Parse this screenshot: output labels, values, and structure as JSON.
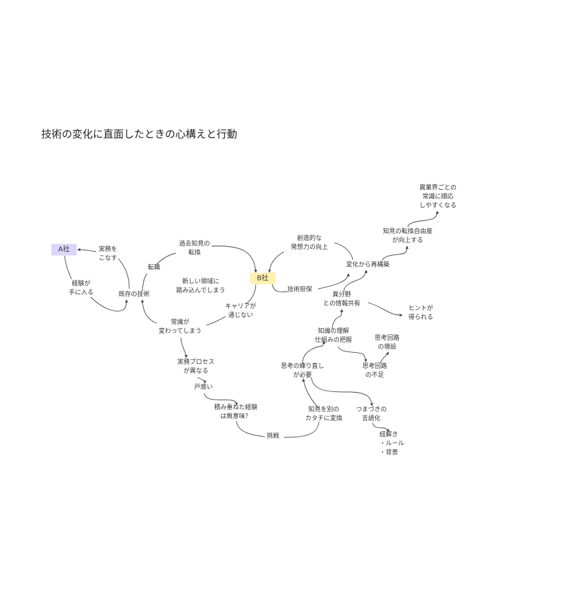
{
  "title": "技術の変化に直面したときの心構えと行動",
  "colors": {
    "company_a": "#ddd6fb",
    "company_b": "#fdf0b0"
  },
  "nodes": {
    "company_a": "A社",
    "company_b": "B社",
    "do_work": "実務を\nこなす",
    "gain_experience": "経験が\n手に入る",
    "existing_tech": "既存の技術",
    "job_change": "転職",
    "past_knowledge": "過去知見の\n転換",
    "new_domain": "新しい領域に\n踏み込んでしまう",
    "career_fail": "キャリアが\n通じない",
    "common_sense_changes": "常識が\n変わってしまう",
    "process_differs": "実務プロセス\nが異なる",
    "confusion": "戸惑い",
    "experience_meaningless": "積み重ねた経験\nは無意味？",
    "challenge": "挑戦",
    "convert_knowledge": "知見を別の\nカタチに変換",
    "rethink": "思考の練り直し\nが必要",
    "understand": "知識の理解\n仕組みの把握",
    "lack_circuit": "思考回路\nの不足",
    "add_circuit": "思考回路\nの増設",
    "verbalize": "つまづきの\n言語化",
    "unravel": "紐解き\n・ルール\n・背景",
    "cross_share": "異分野\nとの情報共有",
    "get_hints": "ヒントが\n得られる",
    "tech_assurance": "技術担保",
    "creative": "創造的な\n発想力の向上",
    "rebuild": "変化から再構築",
    "freedom": "知見の転換自由度\nが向上する",
    "adapt": "異業界ごとの\n常識に順応\nしやすくなる"
  }
}
